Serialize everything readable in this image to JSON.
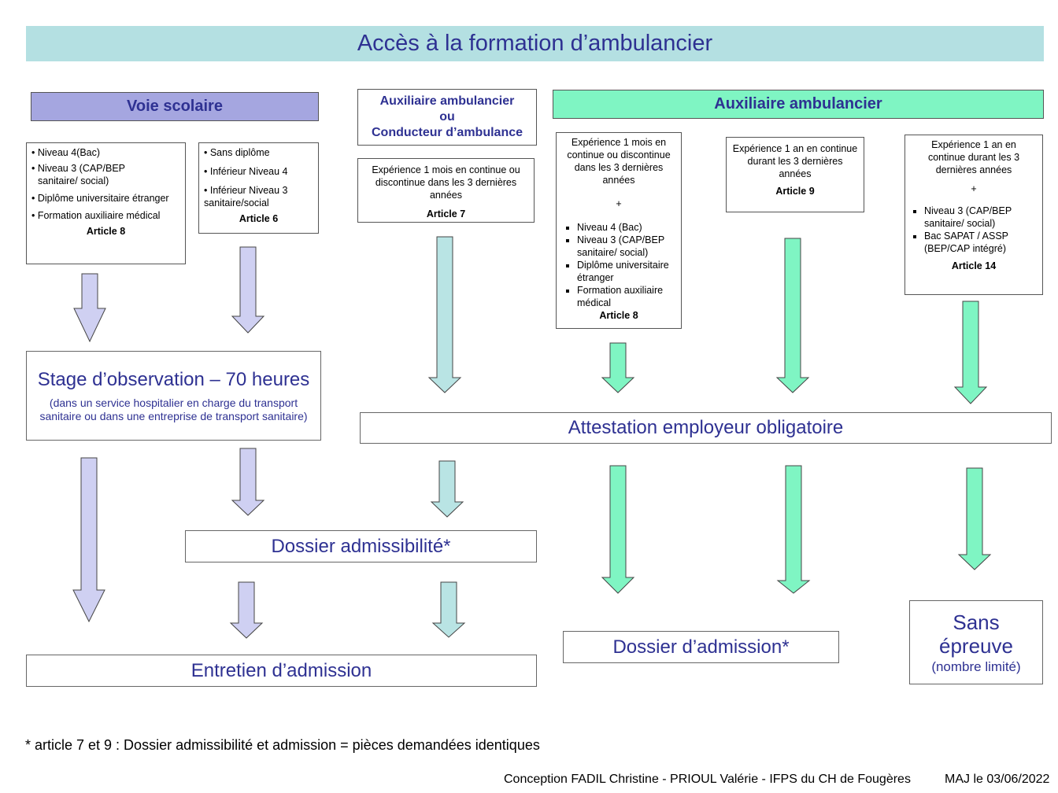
{
  "title": "Accès à la formation d’ambulancier",
  "headers": {
    "voie_scolaire": "Voie scolaire",
    "aux_or_cond": [
      "Auxiliaire  ambulancier",
      "ou",
      "Conducteur d’ambulance"
    ],
    "aux_ambulancier": "Auxiliaire  ambulancier"
  },
  "boxes": {
    "art8_school": {
      "items": [
        "• Niveau   4(Bac)",
        "• Niveau 3 (CAP/BEP",
        "  sanitaire/ social)",
        "• Diplôme universitaire étranger",
        "• Formation auxiliaire médical"
      ],
      "article": "Article 8"
    },
    "art6": {
      "items": [
        "• Sans diplôme",
        "• Inférieur  Niveau  4",
        "• Inférieur  Niveau  3 sanitaire/social"
      ],
      "article": "Article 6"
    },
    "art7": {
      "text": "Expérience  1 mois en continue ou discontinue dans les 3 dernières années",
      "article": "Article 7"
    },
    "art8_aux": {
      "text": "Expérience 1 mois en continue ou discontinue dans les 3 dernières années",
      "plus": "+",
      "items": [
        "Niveau  4 (Bac)",
        "Niveau  3 (CAP/BEP sanitaire/ social)",
        "Diplôme universitaire étranger",
        "Formation auxiliaire médical"
      ],
      "article": "Article 8"
    },
    "art9": {
      "text": "Expérience 1 an en continue durant les 3 dernières  années",
      "article": "Article 9"
    },
    "art14": {
      "text": "Expérience 1 an en continue durant les 3 dernières  années",
      "plus": "+",
      "items": [
        "Niveau  3 (CAP/BEP sanitaire/ social)",
        "Bac SAPAT / ASSP (BEP/CAP intégré)"
      ],
      "article": "Article 14"
    }
  },
  "stage": {
    "title": "Stage d’observation – 70 heures",
    "subtitle": "(dans un service hospitalier en charge du transport sanitaire ou dans une entreprise de transport sanitaire)"
  },
  "attestation": "Attestation employeur obligatoire",
  "dossier_admissibilite": "Dossier admissibilité*",
  "dossier_admission": "Dossier d’admission*",
  "entretien": "Entretien d’admission",
  "sans_epreuve": {
    "title": "Sans épreuve",
    "note": "(nombre limité)"
  },
  "footnote": "* article 7 et 9 : Dossier admissibilité et admission = pièces demandées identiques",
  "credits": "Conception FADIL Christine  - PRIOUL Valérie - IFPS du CH de Fougères",
  "maj": "MAJ le 03/06/2022",
  "colors": {
    "title_bg": "#b4e0e2",
    "title_text": "#2e3192",
    "violet": "#a5a6e0",
    "violet_arrow": "#cfd0f2",
    "teal_arrow": "#b9e4e4",
    "green": "#7ff5c3"
  }
}
